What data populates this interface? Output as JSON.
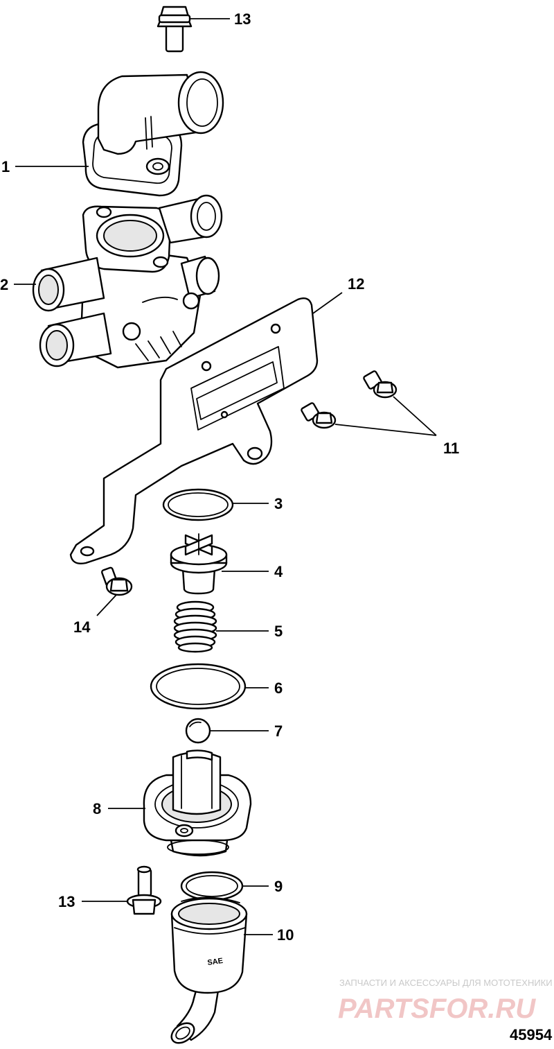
{
  "callouts": {
    "c1": "1",
    "c2": "2",
    "c3": "3",
    "c4": "4",
    "c5": "5",
    "c6": "6",
    "c7": "7",
    "c8": "8",
    "c9": "9",
    "c10": "10",
    "c11": "11",
    "c12": "12",
    "c13_top": "13",
    "c13_bottom": "13",
    "c14": "14"
  },
  "figure_number": "45954",
  "watermark": {
    "caption": "ЗАПЧАСТИ И АКСЕССУАРЫ ДЛЯ МОТОТЕХНИКИ",
    "brand": "PARTSFOR.RU"
  },
  "housing_stamp": "SAE"
}
